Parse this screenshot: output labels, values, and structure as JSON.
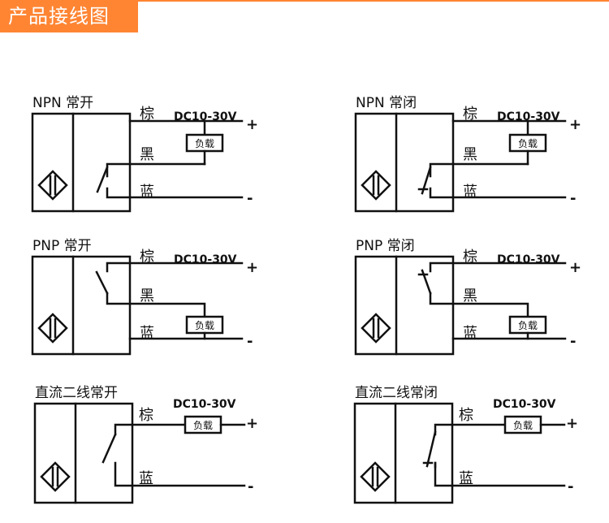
{
  "header": {
    "title": "产品接线图",
    "accent_color": "#ff8533"
  },
  "diagrams": [
    {
      "id": "npn-no",
      "title": "NPN 常开",
      "type": "NPN",
      "contact": "normally-open",
      "wires": {
        "brown": "棕",
        "black": "黑",
        "blue": "蓝"
      },
      "voltage": "DC10-30V",
      "load": "负载",
      "plus": "+",
      "minus": "-"
    },
    {
      "id": "npn-nc",
      "title": "NPN 常闭",
      "type": "NPN",
      "contact": "normally-closed",
      "wires": {
        "brown": "棕",
        "black": "黑",
        "blue": "蓝"
      },
      "voltage": "DC10-30V",
      "load": "负载",
      "plus": "+",
      "minus": "-"
    },
    {
      "id": "pnp-no",
      "title": "PNP 常开",
      "type": "PNP",
      "contact": "normally-open",
      "wires": {
        "brown": "棕",
        "black": "黑",
        "blue": "蓝"
      },
      "voltage": "DC10-30V",
      "load": "负载",
      "plus": "+",
      "minus": "-"
    },
    {
      "id": "pnp-nc",
      "title": "PNP 常闭",
      "type": "PNP",
      "contact": "normally-closed",
      "wires": {
        "brown": "棕",
        "black": "黑",
        "blue": "蓝"
      },
      "voltage": "DC10-30V",
      "load": "负载",
      "plus": "+",
      "minus": "-"
    },
    {
      "id": "dc2-no",
      "title": "直流二线常开",
      "type": "DC2",
      "contact": "normally-open",
      "wires": {
        "brown": "棕",
        "blue": "蓝"
      },
      "voltage": "DC10-30V",
      "load": "负载",
      "plus": "+",
      "minus": "-"
    },
    {
      "id": "dc2-nc",
      "title": "直流二线常闭",
      "type": "DC2",
      "contact": "normally-closed",
      "wires": {
        "brown": "棕",
        "blue": "蓝"
      },
      "voltage": "DC10-30V",
      "load": "负载",
      "plus": "+",
      "minus": "-"
    }
  ]
}
